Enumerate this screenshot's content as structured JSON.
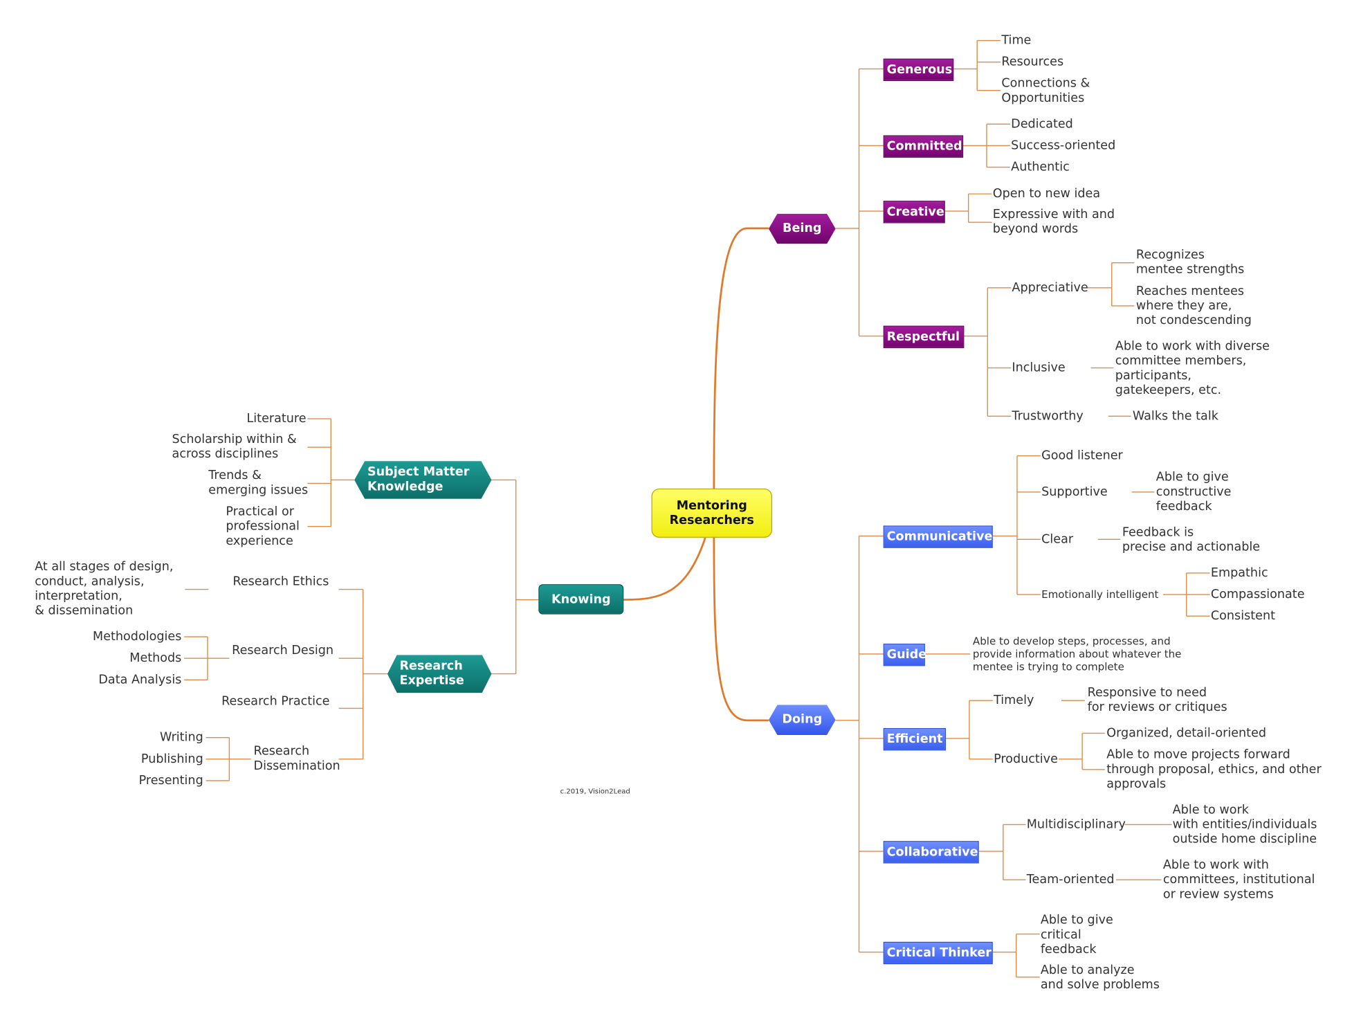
{
  "center": {
    "title": "Mentoring\nResearchers"
  },
  "copyright": "c.2019, Vision2Lead",
  "being": {
    "label": "Being",
    "generous": {
      "label": "Generous",
      "items": [
        "Time",
        "Resources",
        "Connections &\nOpportunities"
      ]
    },
    "committed": {
      "label": "Committed",
      "items": [
        "Dedicated",
        "Success-oriented",
        "Authentic"
      ]
    },
    "creative": {
      "label": "Creative",
      "items": [
        "Open to new idea",
        "Expressive with and\nbeyond words"
      ]
    },
    "respectful": {
      "label": "Respectful",
      "appreciative": {
        "label": "Appreciative",
        "items": [
          "Recognizes\nmentee strengths",
          "Reaches mentees\nwhere they are,\nnot condescending"
        ]
      },
      "inclusive": {
        "label": "Inclusive",
        "detail": "Able to work with diverse\ncommittee members,\nparticipants,\ngatekeepers, etc."
      },
      "trustworthy": {
        "label": "Trustworthy",
        "detail": "Walks the talk"
      }
    }
  },
  "doing": {
    "label": "Doing",
    "communicative": {
      "label": "Communicative",
      "good_listener": "Good listener",
      "supportive": {
        "label": "Supportive",
        "detail": "Able to give\nconstructive\nfeedback"
      },
      "clear": {
        "label": "Clear",
        "detail": "Feedback is\nprecise and actionable"
      },
      "emotional": {
        "label": "Emotionally intelligent",
        "items": [
          "Empathic",
          "Compassionate",
          "Consistent"
        ]
      }
    },
    "guide": {
      "label": "Guide",
      "detail": "Able to develop steps, processes, and\nprovide information about whatever the\nmentee is trying to complete"
    },
    "efficient": {
      "label": "Efficient",
      "timely": {
        "label": "Timely",
        "detail": "Responsive to need\nfor reviews or critiques"
      },
      "productive": {
        "label": "Productive",
        "items": [
          "Organized, detail-oriented",
          "Able to move projects forward\nthrough proposal, ethics, and other\napprovals"
        ]
      }
    },
    "collaborative": {
      "label": "Collaborative",
      "multidisciplinary": {
        "label": "Multidisciplinary",
        "detail": "Able to work\nwith entities/individuals\noutside home discipline"
      },
      "team_oriented": {
        "label": "Team-oriented",
        "detail": "Able to work with\ncommittees, institutional\nor review systems"
      }
    },
    "critical": {
      "label": "Critical Thinker",
      "items": [
        "Able to give\ncritical\nfeedback",
        "Able to analyze\nand solve problems"
      ]
    }
  },
  "knowing": {
    "label": "Knowing",
    "subject": {
      "label": "Subject Matter\nKnowledge",
      "items": [
        "Literature",
        "Scholarship within &\nacross disciplines",
        "Trends &\nemerging issues",
        "Practical or\nprofessional\nexperience"
      ]
    },
    "expertise": {
      "label": "Research\nExpertise",
      "ethics": {
        "label": "Research Ethics",
        "detail": "At all stages of design,\nconduct, analysis,\ninterpretation,\n& dissemination"
      },
      "design": {
        "label": "Research Design",
        "items": [
          "Methodologies",
          "Methods",
          "Data Analysis"
        ]
      },
      "practice": {
        "label": "Research Practice"
      },
      "dissemination": {
        "label": "Research\nDissemination",
        "items": [
          "Writing",
          "Publishing",
          "Presenting"
        ]
      }
    }
  }
}
